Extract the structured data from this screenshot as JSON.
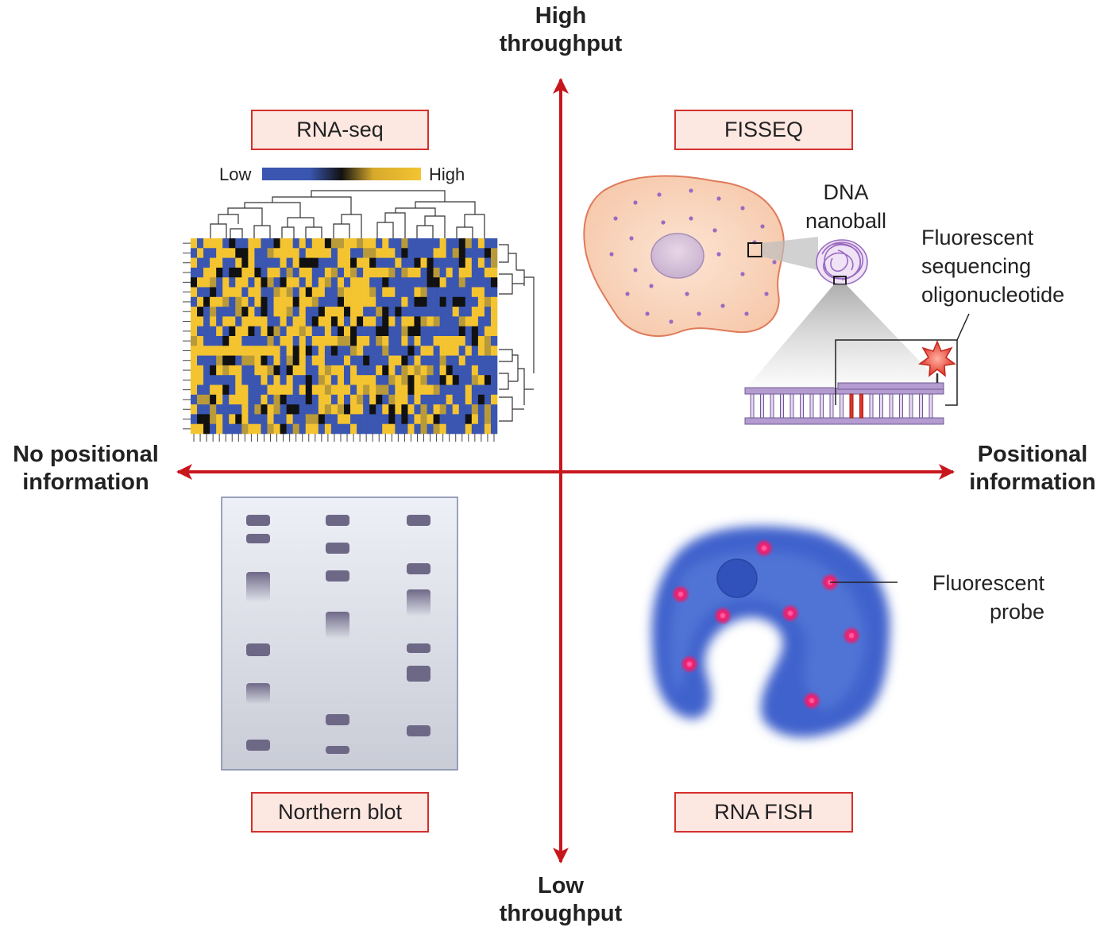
{
  "axes": {
    "top": "High throughput",
    "bottom": "Low throughput",
    "left": "No positional information",
    "right": "Positional information",
    "color": "#c8161d"
  },
  "methods": {
    "rnaseq": "RNA-seq",
    "fisseq": "FISSEQ",
    "northern": "Northern blot",
    "rnafish": "RNA FISH"
  },
  "heatmap": {
    "low": "Low",
    "high": "High",
    "colors": {
      "low": "#3a56b0",
      "mid": "#111111",
      "high": "#f4c430"
    }
  },
  "fisseq_labels": {
    "nanoball": "DNA nanoball",
    "oligo": "Fluorescent sequencing oligonucleotide"
  },
  "fish_labels": {
    "probe": "Fluorescent probe"
  }
}
